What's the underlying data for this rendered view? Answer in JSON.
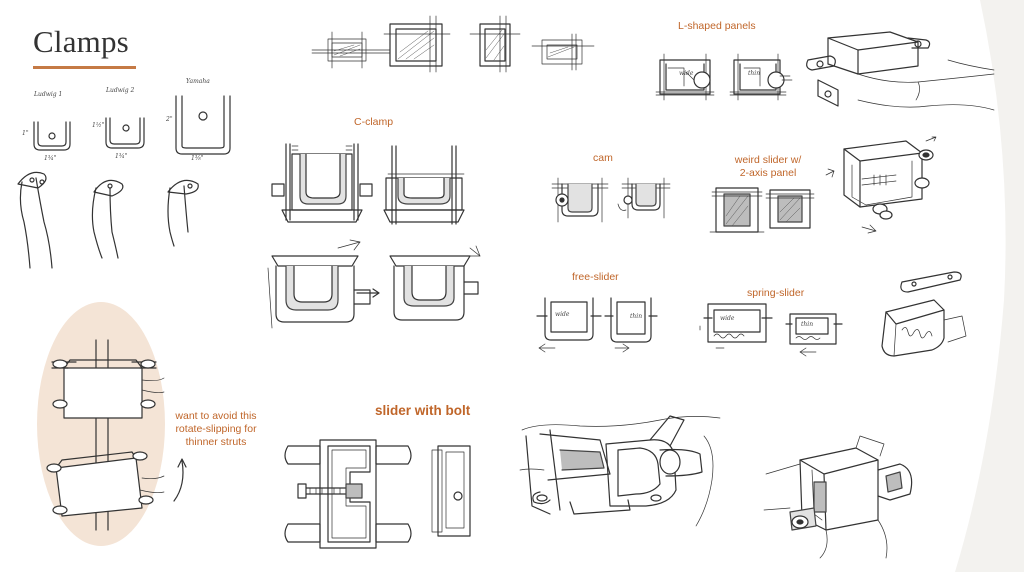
{
  "slide": {
    "title": "Clamps",
    "accent_color": "#c57a45",
    "label_color": "#c0662a",
    "highlight_color": "#f4e4d6"
  },
  "labels": {
    "l_shaped_panels": "L-shaped panels",
    "c_clamp": "C-clamp",
    "cam": "cam",
    "weird_slider_line1": "weird slider w/",
    "weird_slider_line2": "2-axis panel",
    "free_slider": "free-slider",
    "spring_slider": "spring-slider",
    "slider_with_bolt": "slider with bolt",
    "note_line1": "want to avoid this",
    "note_line2": "rotate-slipping for",
    "note_line3": "thinner struts"
  },
  "handwriting": {
    "ludwig1": "Ludwig 1",
    "ludwig2": "Ludwig 2",
    "yamaha": "Yamaha",
    "dim_1in": "1\"",
    "dim_1_5in": "1½\"",
    "dim_2in": "2\"",
    "dim_1_3_4in": "1¾\"",
    "dim_1_3_8in": "1⅜\"",
    "wide": "wide",
    "thin": "thin"
  }
}
